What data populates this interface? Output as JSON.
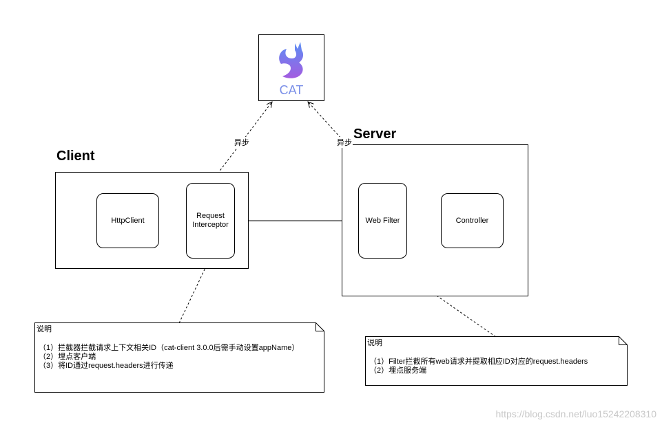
{
  "logo": {
    "text": "CAT",
    "icon": "cat-logo-icon"
  },
  "client": {
    "title": "Client",
    "http_client": "HttpClient",
    "interceptor": "Request\nInterceptor",
    "async_label": "异步"
  },
  "server": {
    "title": "Server",
    "web_filter": "Web Filter",
    "controller": "Controller",
    "async_label": "异步"
  },
  "client_note": {
    "heading": "说明",
    "lines": [
      "（1）拦截器拦截请求上下文相关ID（cat-client 3.0.0后需手动设置appName）",
      "（2）埋点客户端",
      "（3）将ID通过request.headers进行传递"
    ]
  },
  "server_note": {
    "heading": "说明",
    "lines": [
      "（1）Filter拦截所有web请求并提取相应ID对应的request.headers",
      "（2）埋点服务端"
    ]
  },
  "watermark": "https://blog.csdn.net/luo15242208310",
  "colors": {
    "logo_top": "#5b8ff5",
    "logo_bottom": "#a35ce0",
    "logo_text": "#7a8fe8"
  }
}
